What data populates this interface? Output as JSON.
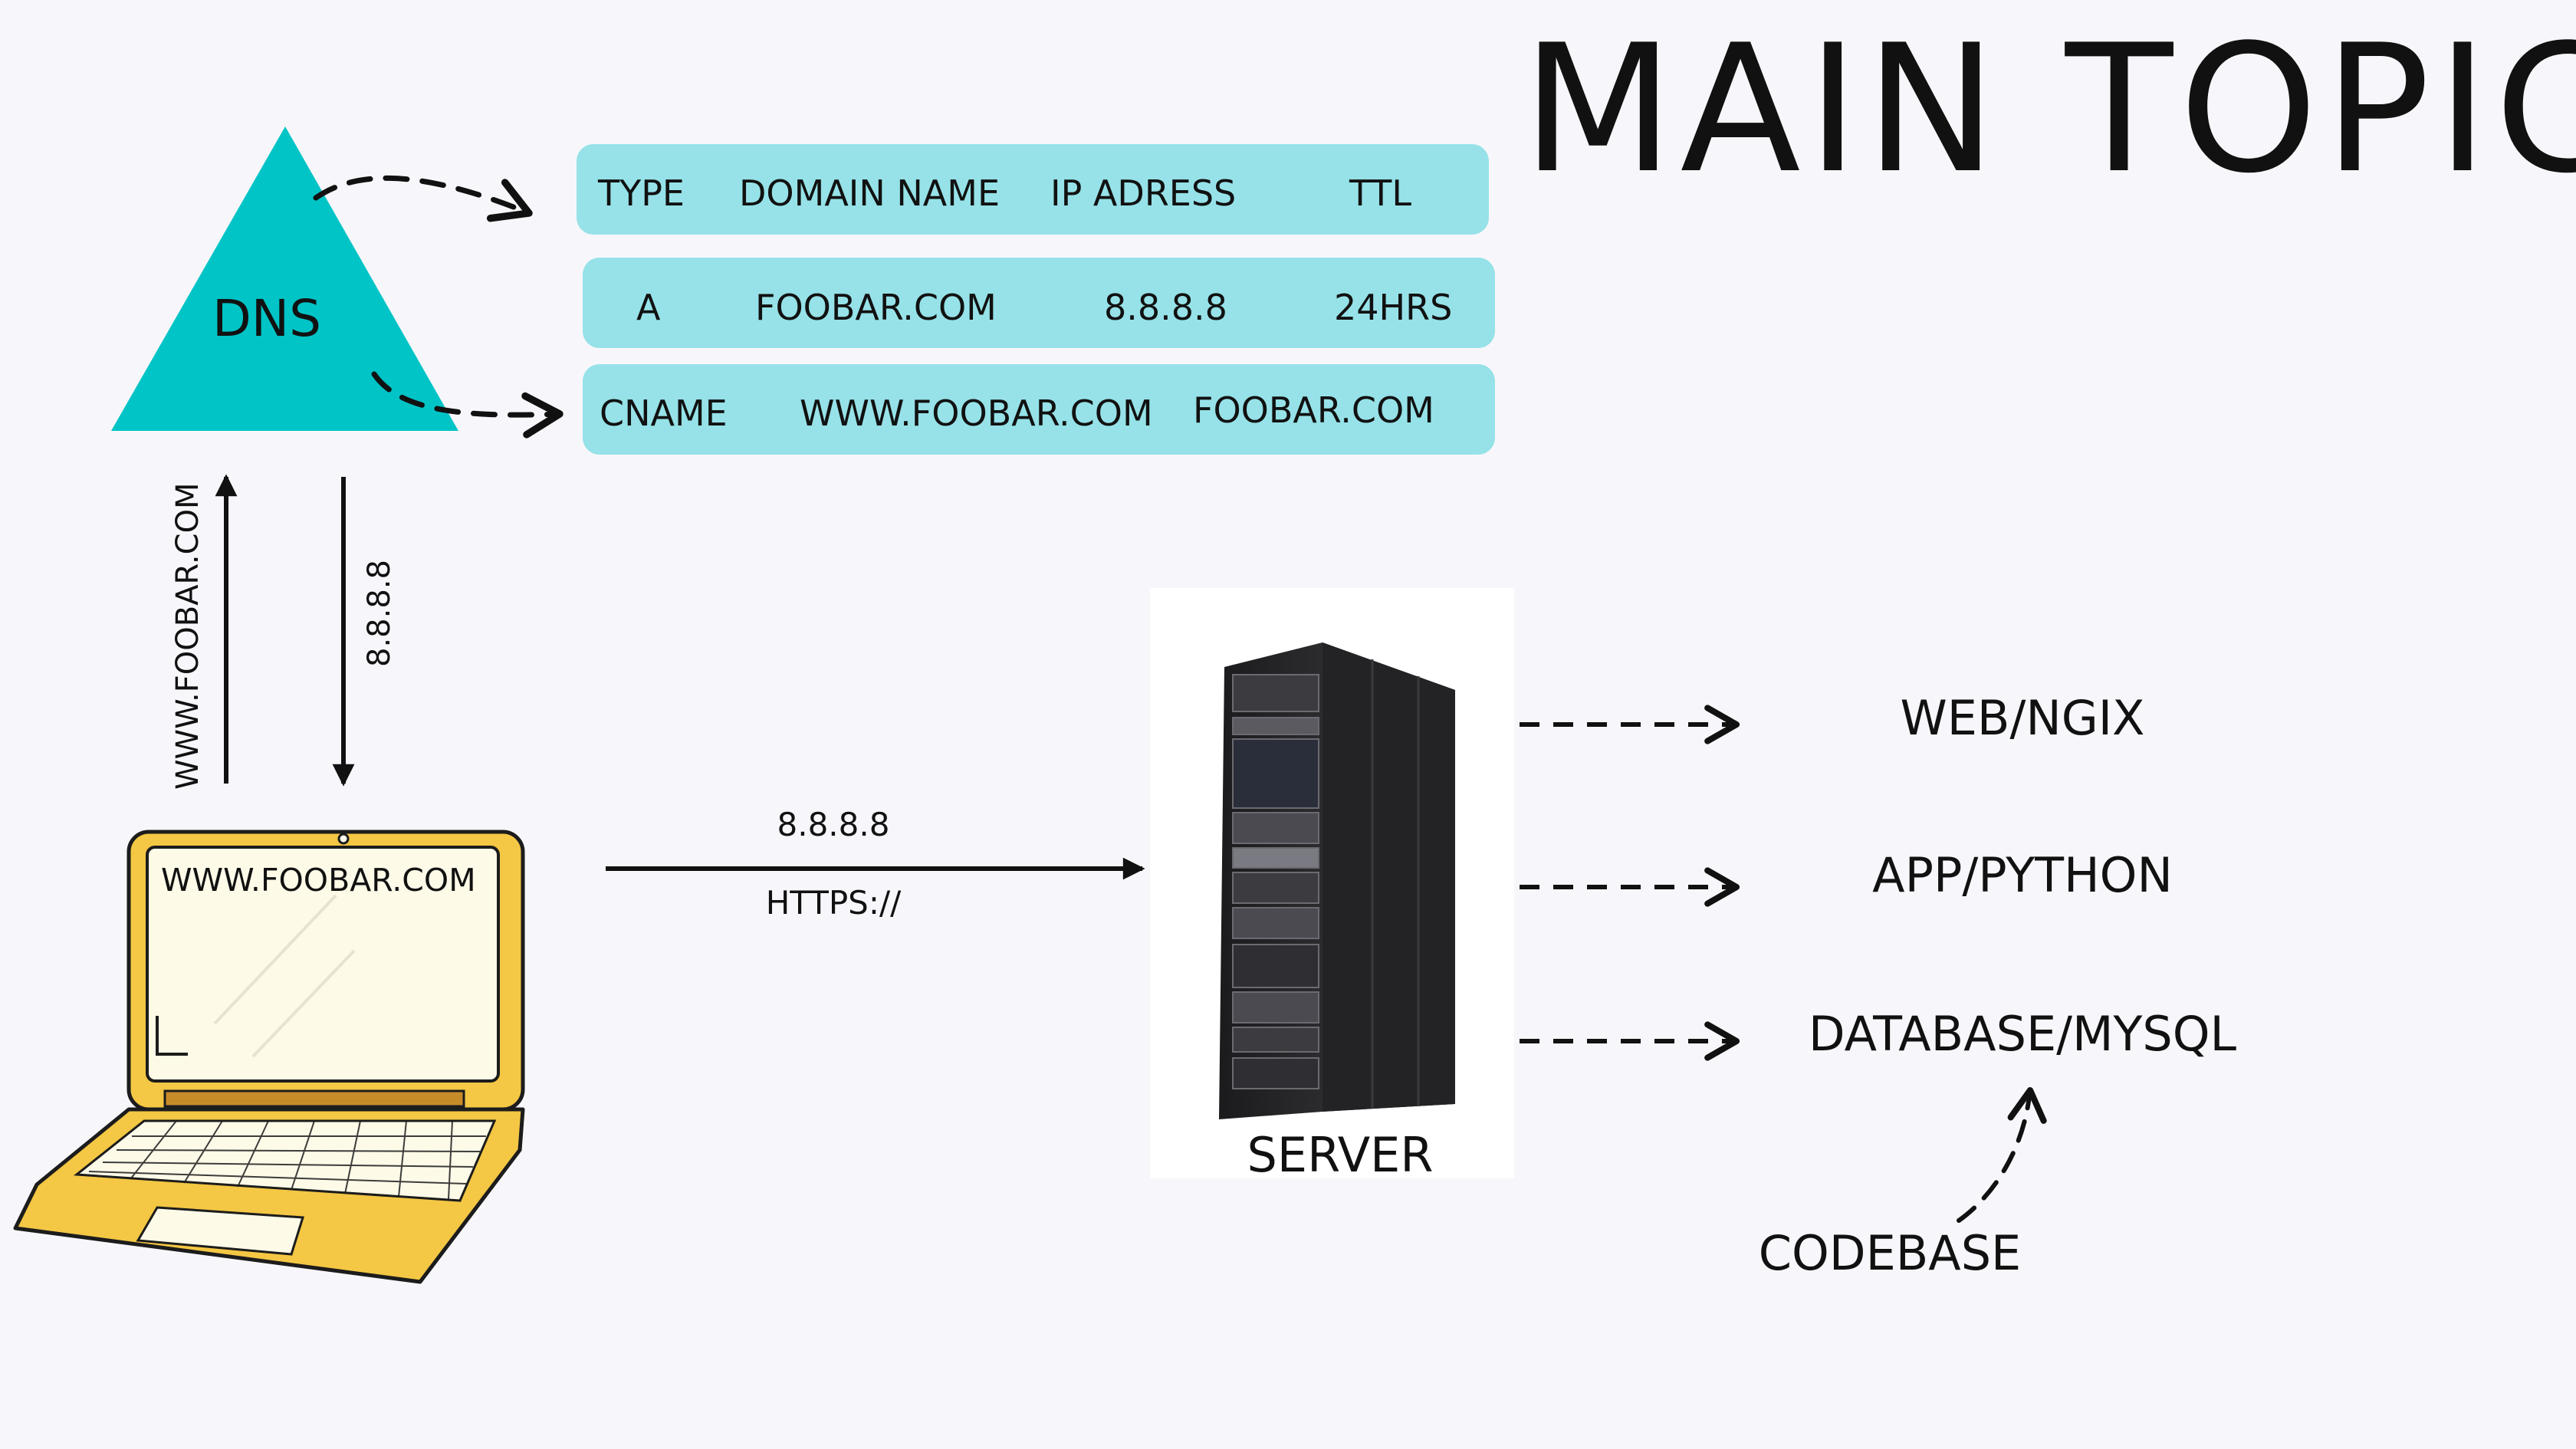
{
  "title": "MAIN TOPIC",
  "dns": {
    "label": "DNS"
  },
  "dns_table": {
    "header": [
      "TYPE",
      "DOMAIN NAME",
      "IP ADRESS",
      "TTL"
    ],
    "rows": [
      [
        "A",
        "FOOBAR.COM",
        "8.8.8.8",
        "24HRS"
      ],
      [
        "CNAME",
        "WWW.FOOBAR.COM",
        "FOOBAR.COM",
        ""
      ]
    ]
  },
  "client_dns": {
    "request_label": "WWW.FOOBAR.COM",
    "response_label": "8.8.8.8"
  },
  "laptop": {
    "screen_text": "WWW.FOOBAR.COM"
  },
  "client_server": {
    "ip_label": "8.8.8.8",
    "protocol_label": "HTTPS://"
  },
  "server": {
    "label": "SERVER"
  },
  "stack": {
    "web": "WEB/NGIX",
    "app": "APP/PYTHON",
    "database": "DATABASE/MYSQL"
  },
  "codebase": {
    "label": "CODEBASE"
  },
  "colors": {
    "dns_triangle": "#00c4c6",
    "table_row": "#96e2e8",
    "laptop_body": "#f4c744",
    "laptop_screen": "#fdfae8",
    "background": "#f7f7fb"
  }
}
